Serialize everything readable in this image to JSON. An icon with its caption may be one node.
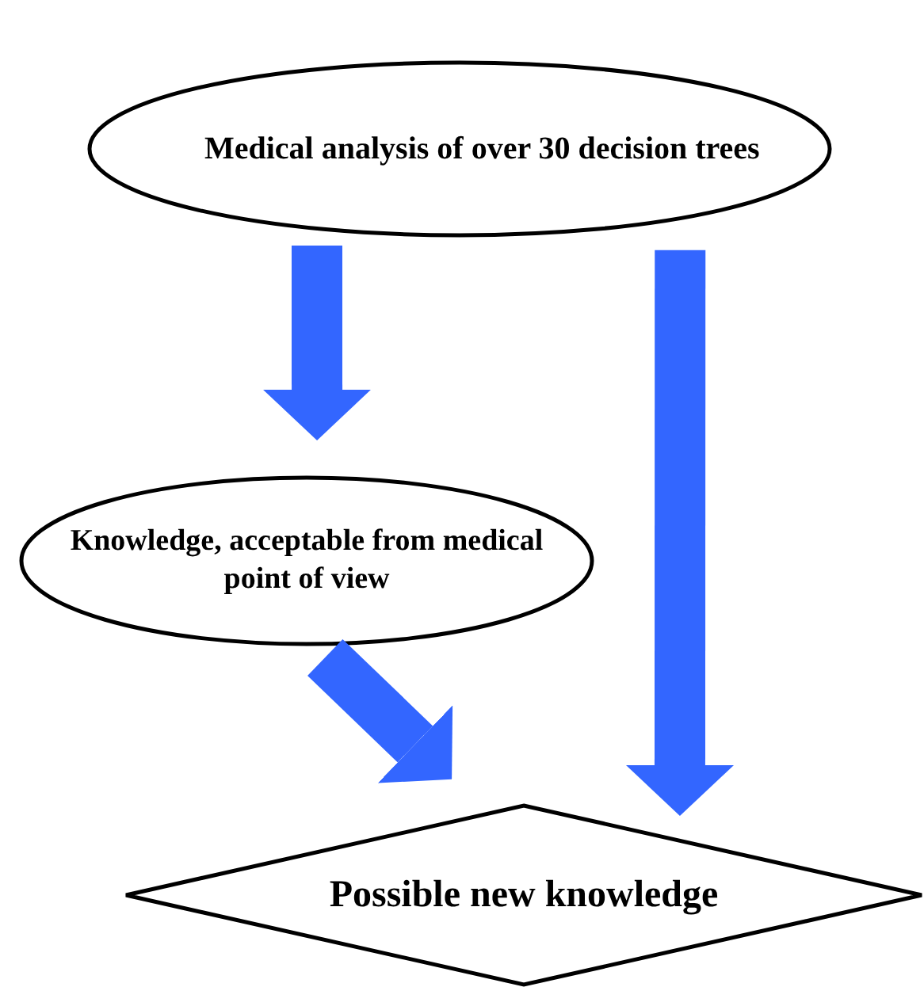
{
  "diagram": {
    "nodes": [
      {
        "text": [
          "Medical analysis of over 30 decision trees"
        ]
      },
      {
        "text": [
          "Knowledge, acceptable from medical point of view"
        ]
      },
      {
        "text": [
          "Possible new knowledge"
        ]
      }
    ],
    "edges": [
      {
        "from": 0,
        "to": 1,
        "arrow": "to"
      },
      {
        "from": 0,
        "to": 2,
        "arrow": "to"
      },
      {
        "from": 1,
        "to": 2,
        "arrow": "to"
      }
    ]
  }
}
